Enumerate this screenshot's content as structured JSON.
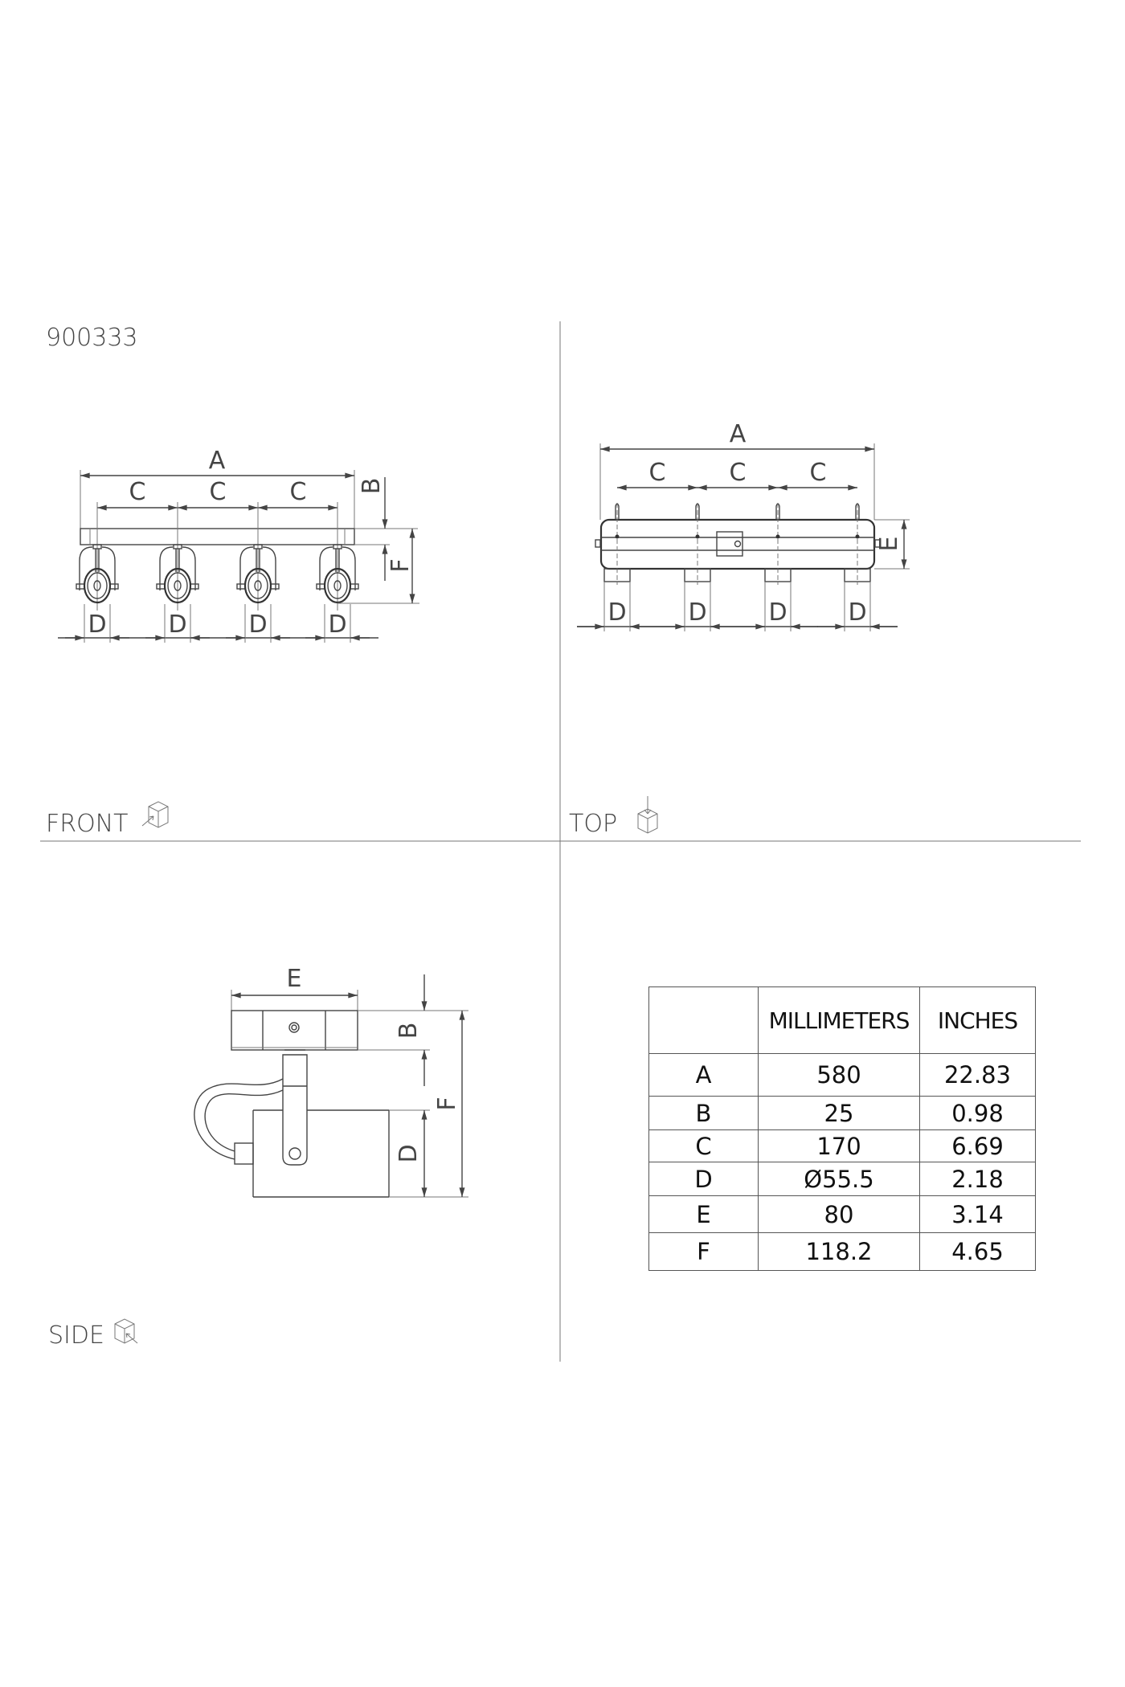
{
  "product_code": "900333",
  "views": {
    "front": "FRONT",
    "top": "TOP",
    "side": "SIDE"
  },
  "dim_letters": {
    "A": "A",
    "B": "B",
    "C": "C",
    "D": "D",
    "E": "E",
    "F": "F"
  },
  "table": {
    "headers": [
      "",
      "MILLIMETERS",
      "INCHES"
    ],
    "rows": [
      {
        "label": "A",
        "mm": "580",
        "in": "22.83"
      },
      {
        "label": "B",
        "mm": "25",
        "in": "0.98"
      },
      {
        "label": "C",
        "mm": "170",
        "in": "6.69"
      },
      {
        "label": "D",
        "mm": "Ø55.5",
        "in": "2.18"
      },
      {
        "label": "E",
        "mm": "80",
        "in": "3.14"
      },
      {
        "label": "F",
        "mm": "118.2",
        "in": "4.65"
      }
    ]
  }
}
